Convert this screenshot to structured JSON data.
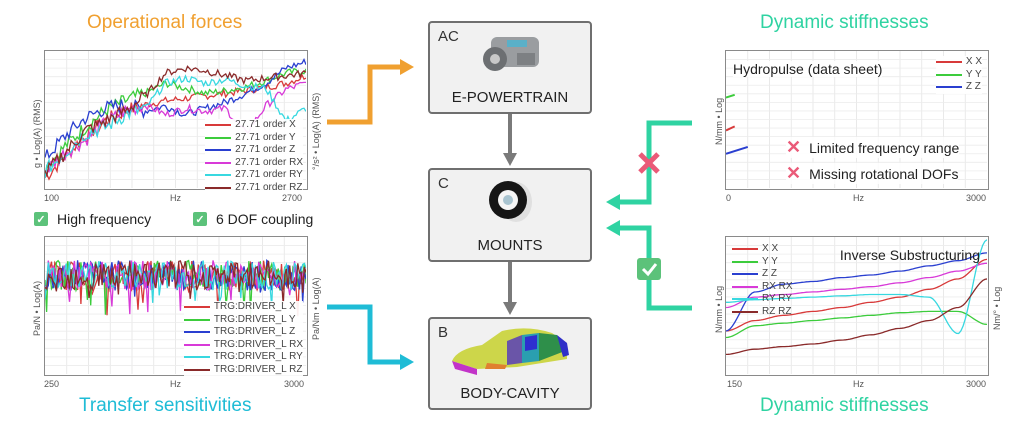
{
  "titles": {
    "operational_forces": "Operational forces",
    "transfer_sensitivities": "Transfer sensitivities",
    "dynamic_stiffnesses_top": "Dynamic stiffnesses",
    "dynamic_stiffnesses_bottom": "Dynamic stiffnesses"
  },
  "colors": {
    "orange": "#f0a030",
    "teal": "#2fd3a2",
    "cyan": "#1fbcd6",
    "gray_arrow": "#7a7a7a",
    "cross": "#ea5a78",
    "check": "#5cc27a"
  },
  "checks": {
    "high_frequency": "High frequency",
    "six_dof": "6 DOF coupling"
  },
  "boxes": [
    {
      "code": "AC",
      "label": "E-POWERTRAIN",
      "icon": "electric-motor-icon"
    },
    {
      "code": "C",
      "label": "MOUNTS",
      "icon": "rubber-mount-icon"
    },
    {
      "code": "B",
      "label": "BODY-CAVITY",
      "icon": "car-body-icon"
    }
  ],
  "hydropulse_notes": {
    "limited_range": "Limited frequency range",
    "missing_dofs": "Missing rotational DOFs"
  },
  "chart_data": [
    {
      "type": "line",
      "title": "Operational forces",
      "xlabel": "Hz",
      "ylabel": "g • Log(A) (RMS)",
      "ylabel_right": "°/s² • Log(A) (RMS)",
      "x_ticks": [
        "100",
        "Hz",
        "2700"
      ],
      "xlim": [
        100,
        2700
      ],
      "grid": true,
      "legend_position": "bottom-right",
      "series": [
        {
          "name": "27.71 order X",
          "color": "#d83a3a",
          "values": [
            0.05,
            0.22,
            0.38,
            0.5,
            0.58,
            0.63,
            0.66,
            0.68,
            0.7,
            0.72,
            0.74,
            0.77,
            0.8,
            0.86
          ]
        },
        {
          "name": "27.71 order Y",
          "color": "#3ccc3c",
          "values": [
            0.12,
            0.3,
            0.45,
            0.58,
            0.66,
            0.72,
            0.8,
            0.76,
            0.72,
            0.74,
            0.77,
            0.82,
            0.88,
            0.9
          ]
        },
        {
          "name": "27.71 order Z",
          "color": "#2a3fd0",
          "values": [
            0.2,
            0.38,
            0.52,
            0.6,
            0.63,
            0.58,
            0.62,
            0.55,
            0.6,
            0.65,
            0.72,
            0.8,
            0.92,
            0.97
          ]
        },
        {
          "name": "27.71 order RX",
          "color": "#d83ad8",
          "values": [
            0.1,
            0.25,
            0.35,
            0.48,
            0.58,
            0.63,
            0.55,
            0.6,
            0.58,
            0.6,
            0.4,
            0.62,
            0.75,
            0.8
          ]
        },
        {
          "name": "27.71 order RY",
          "color": "#38d8e0",
          "values": [
            0.1,
            0.25,
            0.4,
            0.45,
            0.55,
            0.6,
            0.8,
            0.84,
            0.8,
            0.83,
            0.78,
            0.76,
            0.5,
            0.6
          ]
        },
        {
          "name": "27.71 order RZ",
          "color": "#8a2a2a",
          "values": [
            0.08,
            0.25,
            0.42,
            0.5,
            0.58,
            0.7,
            0.88,
            0.92,
            0.9,
            0.86,
            0.82,
            0.84,
            0.86,
            0.88
          ]
        }
      ]
    },
    {
      "type": "line",
      "title": "Transfer sensitivities",
      "xlabel": "Hz",
      "ylabel": "Pa/N • Log(A)",
      "ylabel_right": "Pa/Nm • Log(A)",
      "x_ticks": [
        "250",
        "Hz",
        "3000"
      ],
      "xlim": [
        250,
        3000
      ],
      "grid": true,
      "legend_position": "bottom-right",
      "series": [
        {
          "name": "TRG:DRIVER_L X",
          "color": "#d83a3a"
        },
        {
          "name": "TRG:DRIVER_L Y",
          "color": "#3ccc3c"
        },
        {
          "name": "TRG:DRIVER_L Z",
          "color": "#2a3fd0"
        },
        {
          "name": "TRG:DRIVER_L RX",
          "color": "#d83ad8"
        },
        {
          "name": "TRG:DRIVER_L RY",
          "color": "#38d8e0"
        },
        {
          "name": "TRG:DRIVER_L RZ",
          "color": "#8a2a2a"
        }
      ]
    },
    {
      "type": "line",
      "title": "Hydropulse (data sheet)",
      "xlabel": "Hz",
      "ylabel": "N/mm • Log",
      "x_ticks": [
        "0",
        "Hz",
        "3000"
      ],
      "xlim": [
        0,
        3000
      ],
      "grid": true,
      "legend_position": "top-right",
      "series": [
        {
          "name": "X X",
          "color": "#d83a3a",
          "x": [
            0,
            100
          ],
          "values": [
            0.42,
            0.45
          ]
        },
        {
          "name": "Y Y",
          "color": "#3ccc3c",
          "x": [
            0,
            100
          ],
          "values": [
            0.66,
            0.68
          ]
        },
        {
          "name": "Z Z",
          "color": "#2a3fd0",
          "x": [
            0,
            250
          ],
          "values": [
            0.25,
            0.3
          ]
        }
      ]
    },
    {
      "type": "line",
      "title": "Inverse Substructuring",
      "xlabel": "Hz",
      "ylabel": "N/mm • Log",
      "ylabel_right": "Nm/° • Log",
      "x_ticks": [
        "150",
        "Hz",
        "3000"
      ],
      "xlim": [
        150,
        3000
      ],
      "grid": true,
      "legend_position": "top-left",
      "series": [
        {
          "name": "X X",
          "color": "#d83a3a",
          "values": [
            0.3,
            0.38,
            0.42,
            0.45,
            0.48,
            0.52,
            0.56,
            0.62,
            0.7,
            0.85
          ]
        },
        {
          "name": "Y Y",
          "color": "#3ccc3c",
          "values": [
            0.25,
            0.34,
            0.36,
            0.38,
            0.4,
            0.42,
            0.44,
            0.45,
            0.45,
            0.35
          ]
        },
        {
          "name": "Z Z",
          "color": "#2a3fd0",
          "values": [
            0.3,
            0.6,
            0.66,
            0.68,
            0.71,
            0.73,
            0.76,
            0.8,
            0.84,
            0.9
          ]
        },
        {
          "name": "RX RX",
          "color": "#d83ad8",
          "values": [
            0.48,
            0.56,
            0.58,
            0.6,
            0.62,
            0.64,
            0.67,
            0.71,
            0.76,
            0.82
          ]
        },
        {
          "name": "RY RY",
          "color": "#38d8e0",
          "values": [
            0.52,
            0.54,
            0.55,
            0.56,
            0.57,
            0.58,
            0.58,
            0.56,
            0.28,
            1.0
          ]
        },
        {
          "name": "RZ RZ",
          "color": "#8a2a2a",
          "values": [
            0.12,
            0.16,
            0.18,
            0.2,
            0.23,
            0.27,
            0.32,
            0.38,
            0.48,
            0.7
          ]
        }
      ]
    }
  ]
}
